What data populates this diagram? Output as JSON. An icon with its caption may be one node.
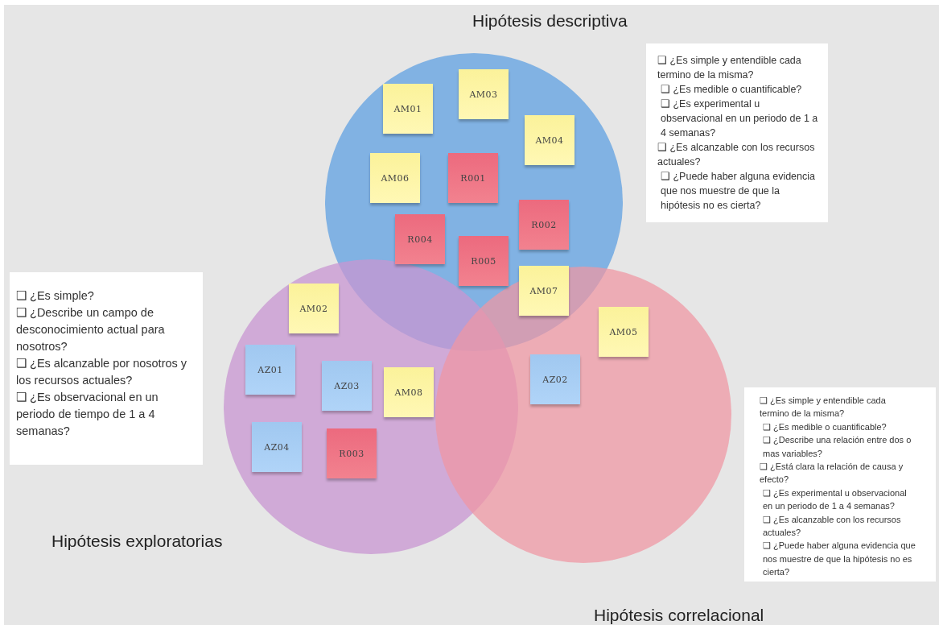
{
  "diagram": {
    "nodes": [
      {
        "text": [
          "Hipótesis descriptiva"
        ]
      },
      {
        "text": [
          "AM01"
        ],
        "in": 0
      },
      {
        "text": [
          "AM03"
        ],
        "in": 0
      },
      {
        "text": [
          "AM04"
        ],
        "in": 0
      },
      {
        "text": [
          "AM06"
        ],
        "in": 0
      },
      {
        "text": [
          "R001"
        ],
        "in": 0
      },
      {
        "text": [
          "R002"
        ],
        "in": 0
      },
      {
        "text": [
          "R004"
        ],
        "in": 0
      },
      {
        "text": [
          "R005"
        ],
        "in": 0
      },
      {
        "text": [
          "AM07"
        ]
      },
      {
        "text": [
          "❑ ¿Es simple y entendible cada termino de la misma?",
          "❑ ¿Es medible o cuantificable?",
          "❑ ¿Es experimental u observacional en un periodo de 1 a 4 semanas?",
          "❑ ¿Es alcanzable con los recursos actuales?",
          "❑ ¿Puede haber alguna evidencia que nos muestre de que la hipótesis no es cierta?"
        ]
      },
      {
        "text": [
          "❑ ¿Es simple?",
          "❑ ¿Describe un campo de desconocimiento actual para nosotros?",
          "❑ ¿Es alcanzable por nosotros y los recursos actuales?",
          "❑ ¿Es observacional en un periodo de tiempo de 1 a 4 semanas?"
        ]
      },
      {
        "text": [
          "Hipótesis exploratorias"
        ]
      },
      {
        "text": [
          "AM02"
        ],
        "in": 12
      },
      {
        "text": [
          "AZ01"
        ],
        "in": 12
      },
      {
        "text": [
          "AZ03"
        ],
        "in": 12
      },
      {
        "text": [
          "AM08"
        ],
        "in": 12
      },
      {
        "text": [
          "AZ04"
        ],
        "in": 12
      },
      {
        "text": [
          "R003"
        ],
        "in": 12
      },
      {
        "text": [
          "Hipótesis correlacional"
        ]
      },
      {
        "text": [
          "AM05"
        ],
        "in": 19
      },
      {
        "text": [
          "AZ02"
        ],
        "in": 19
      },
      {
        "text": [
          "❑ ¿Es simple y entendible cada termino de la misma?",
          "❑ ¿Es medible o cuantificable?",
          "❑ ¿Describe una relación entre dos o mas variables?",
          "❑ ¿Está clara la relación de causa y efecto?",
          "❑ ¿Es experimental u observacional en un periodo de 1 a 4 semanas?",
          "❑ ¿Es alcanzable con los recursos actuales?",
          "❑ ¿Puede haber alguna evidencia que nos muestre de que la hipótesis no es cierta?"
        ]
      }
    ]
  }
}
